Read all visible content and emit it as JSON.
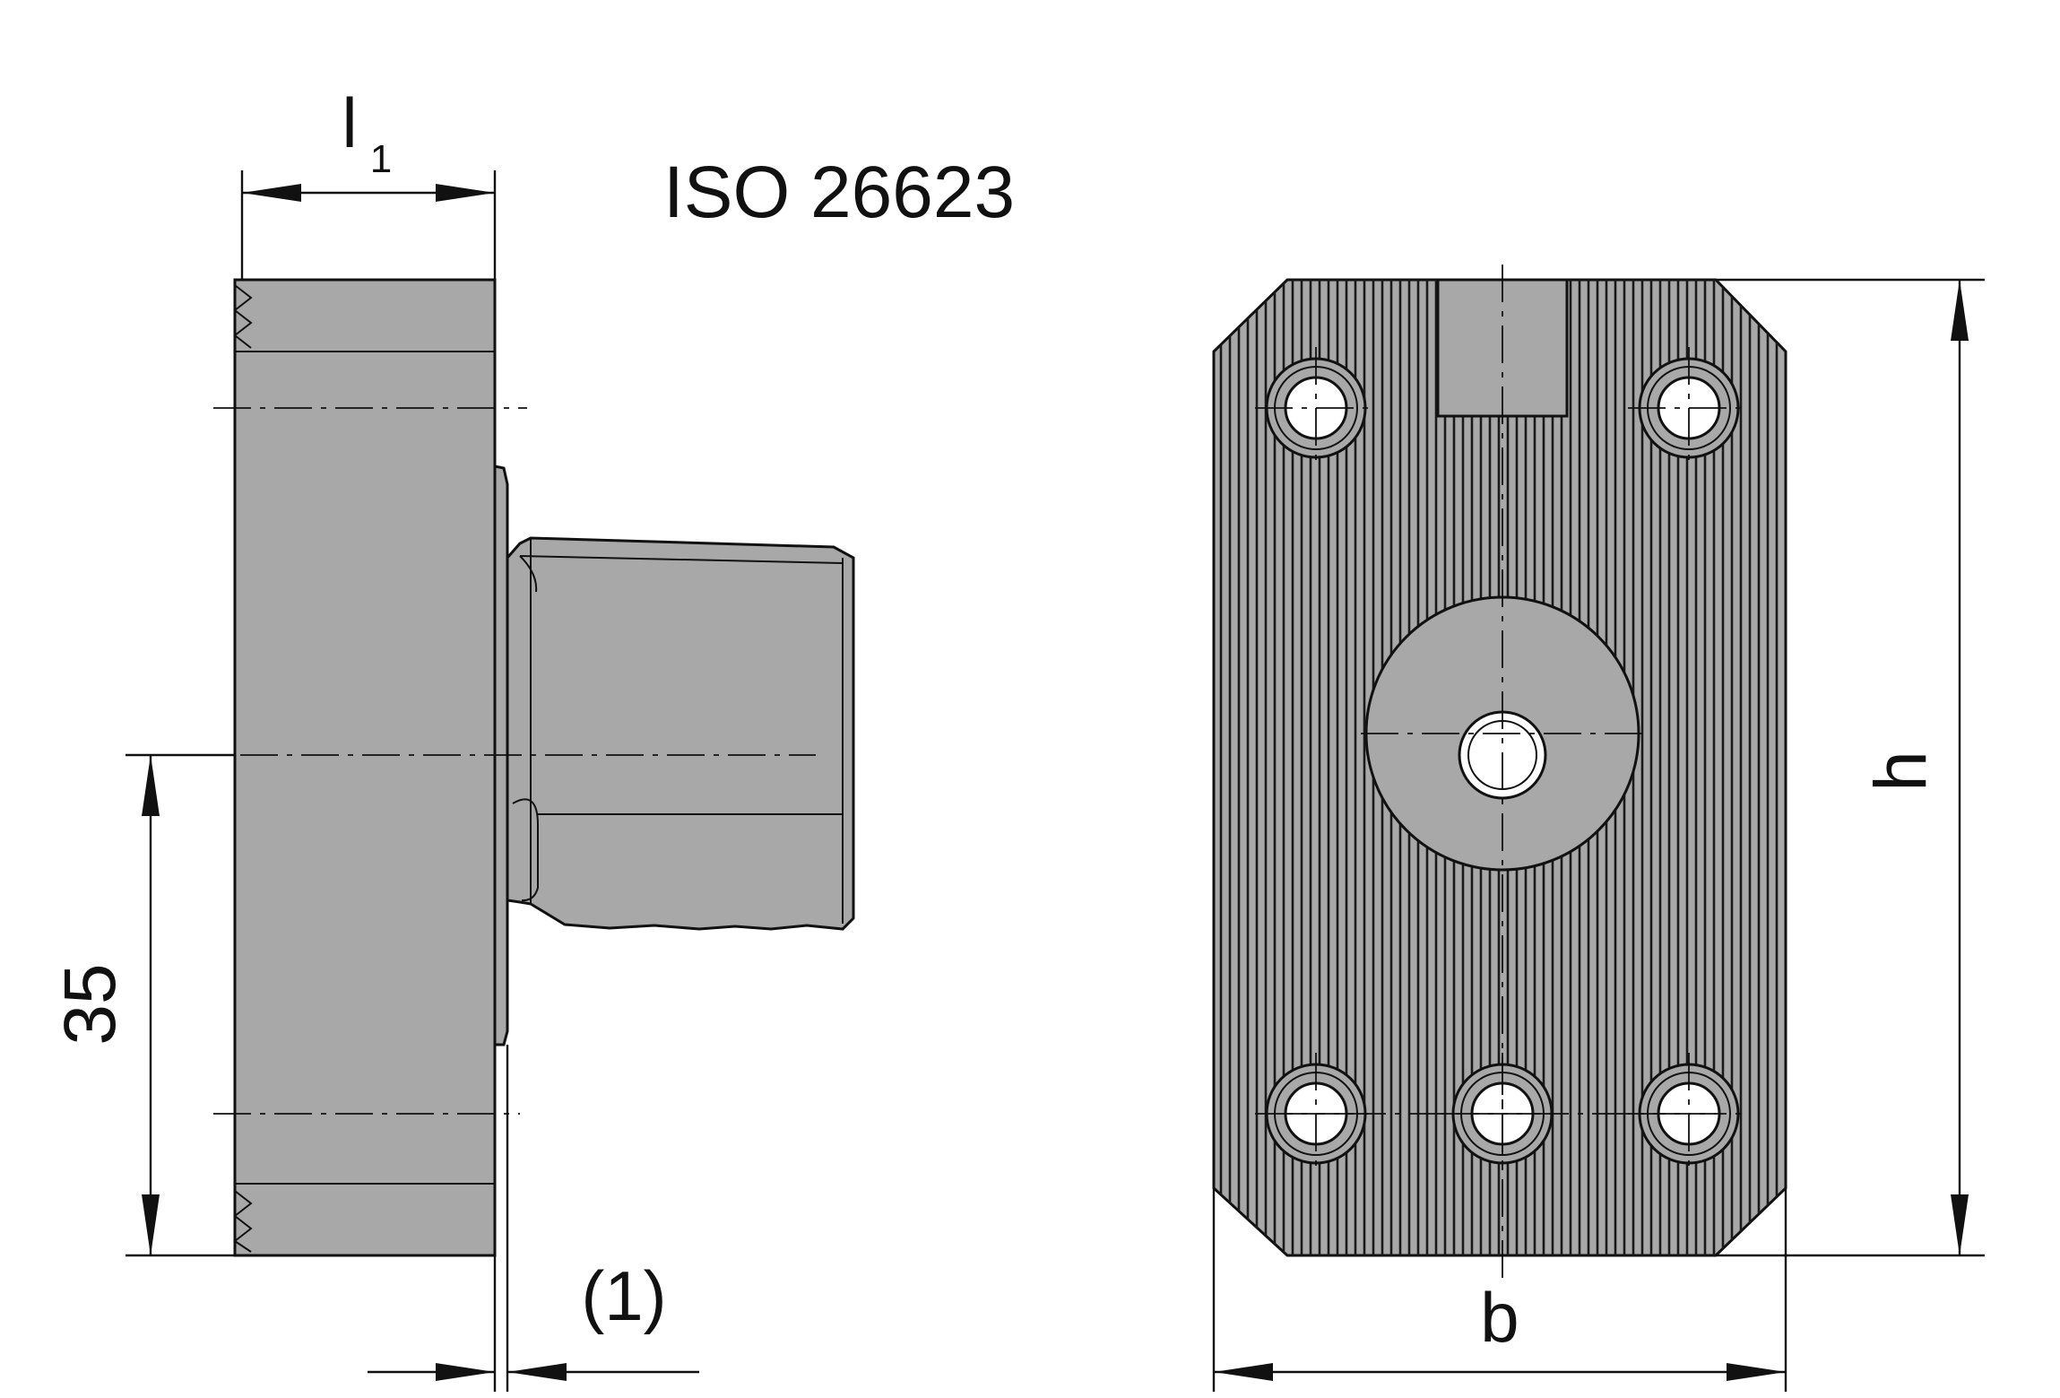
{
  "diagram": {
    "standard_label": "ISO 26623",
    "dimensions": {
      "width_symbol": "l",
      "width_subscript": "1",
      "height_symbol": "h",
      "breadth_symbol": "b",
      "offset_value": "35",
      "gap_value": "(1)"
    }
  },
  "colors": {
    "body": "#a8a8a8",
    "line": "#111111",
    "background": "#ffffff"
  }
}
